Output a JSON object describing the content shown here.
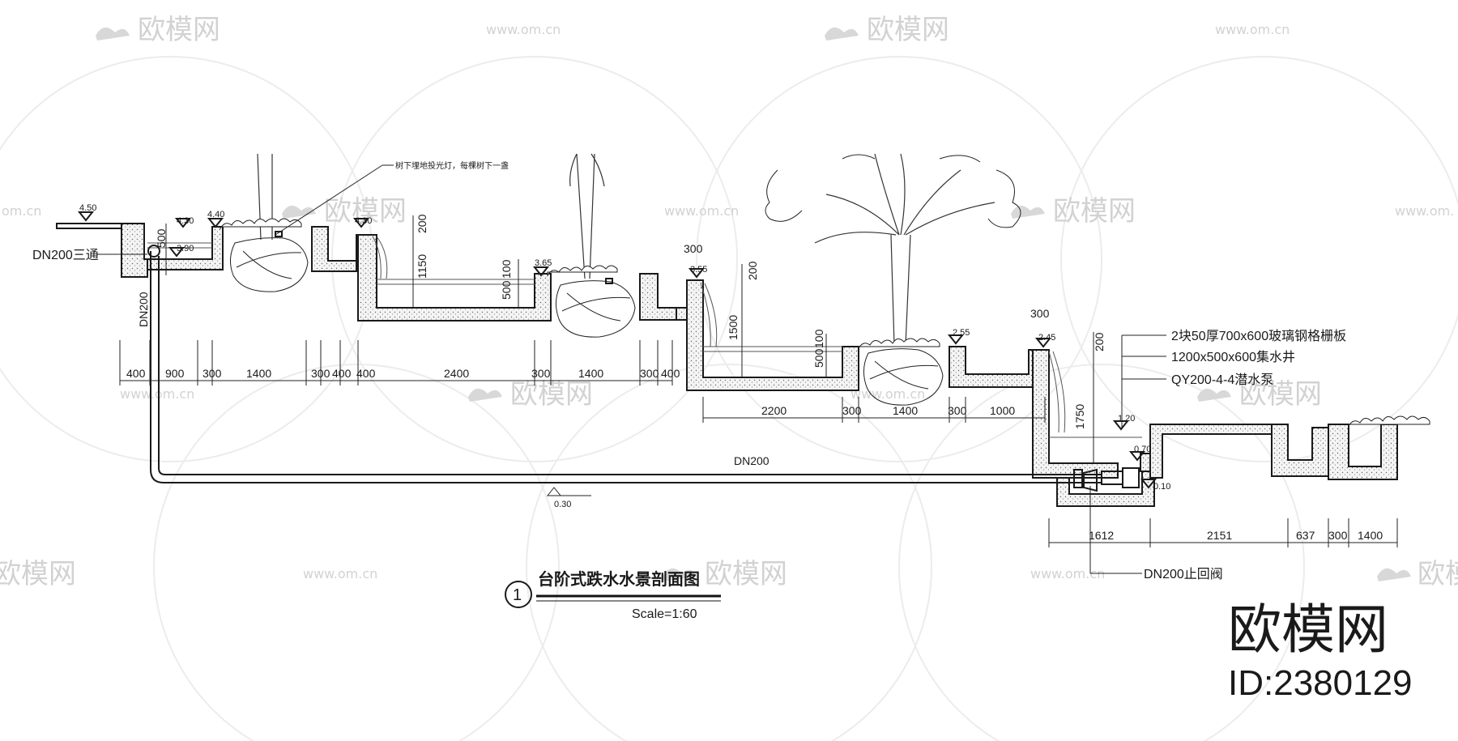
{
  "watermarks": {
    "brand": "欧模网",
    "url": "www.om.cn",
    "url_fragment": "om.cn",
    "url_fragment_2": "www.om.",
    "url_fragment_3": "www.om.cn",
    "brand_fragment": "欧模网"
  },
  "corner_brand": {
    "name": "欧模网",
    "id": "ID:2380129"
  },
  "drawing": {
    "title": "台阶式跌水水景剖面图",
    "title_number": "1",
    "scale": "Scale=1:60"
  },
  "callouts": {
    "tee": "DN200三通",
    "pipe_vertical": "DN200",
    "pipe_main": "DN200",
    "check_valve": "DN200止回阀",
    "tree_light": "树下埋地投光灯，每棵树下一盏",
    "grating": "2块50厚700x600玻璃钢格栅板",
    "sump": "1200x500x600集水井",
    "pump": "QY200-4-4潜水泵"
  },
  "elevations": [
    "4.50",
    "4.40",
    "4.30",
    "4.30",
    "3.90",
    "3.65",
    "3.55",
    "2.55",
    "2.45",
    "1.20",
    "0.70",
    "0.10",
    "0.30"
  ],
  "vertical_dims": [
    "500",
    "200",
    "1150",
    "100",
    "500",
    "300",
    "200",
    "1500",
    "100",
    "500",
    "300",
    "200",
    "1750"
  ],
  "dims_row1": [
    "400",
    "900",
    "300",
    "1400",
    "300",
    "400",
    "400",
    "2400",
    "300",
    "1400",
    "300",
    "400"
  ],
  "dims_row2": [
    "2200",
    "300",
    "1400",
    "300",
    "1000"
  ],
  "dims_row3": [
    "1612",
    "2151",
    "637",
    "300",
    "1400"
  ]
}
